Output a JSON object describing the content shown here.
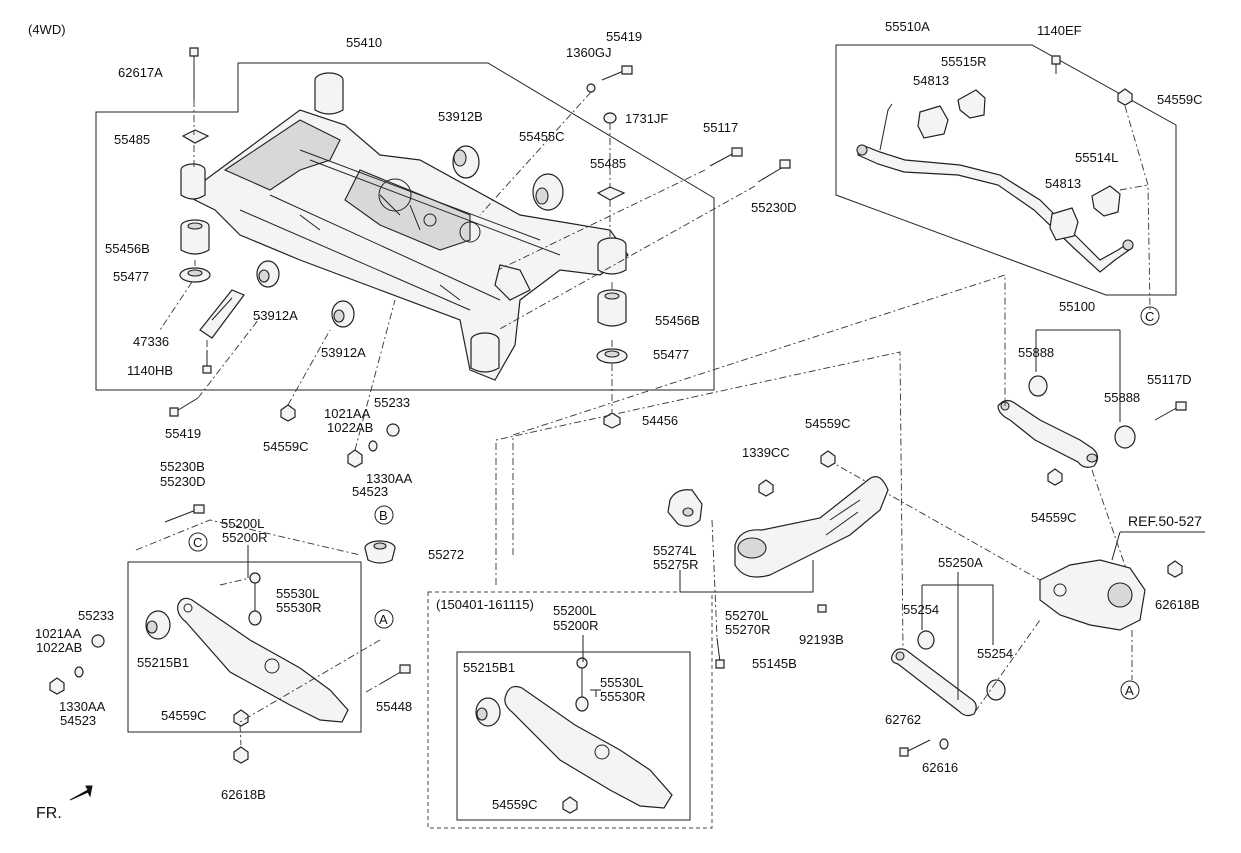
{
  "header": {
    "variant": "(4WD)"
  },
  "footer": {
    "direction": "FR."
  },
  "callouts": [
    {
      "id": "c_62617A",
      "label": "62617A",
      "name": "label-62617a"
    },
    {
      "id": "c_55410",
      "label": "55410",
      "name": "label-55410"
    },
    {
      "id": "c_55419_top",
      "label": "55419",
      "name": "label-55419-top"
    },
    {
      "id": "c_1360GJ",
      "label": "1360GJ",
      "name": "label-1360gj"
    },
    {
      "id": "c_1731JF",
      "label": "1731JF",
      "name": "label-1731jf"
    },
    {
      "id": "c_55485_left",
      "label": "55485",
      "name": "label-55485-left"
    },
    {
      "id": "c_53912B",
      "label": "53912B",
      "name": "label-53912b"
    },
    {
      "id": "c_55455C",
      "label": "55455C",
      "name": "label-55455c"
    },
    {
      "id": "c_55117",
      "label": "55117",
      "name": "label-55117"
    },
    {
      "id": "c_55485_right",
      "label": "55485",
      "name": "label-55485-right"
    },
    {
      "id": "c_55230D_top",
      "label": "55230D",
      "name": "label-55230d-top"
    },
    {
      "id": "c_55456B_left",
      "label": "55456B",
      "name": "label-55456b-left"
    },
    {
      "id": "c_55477_left",
      "label": "55477",
      "name": "label-55477-left"
    },
    {
      "id": "c_53912A_1",
      "label": "53912A",
      "name": "label-53912a-1"
    },
    {
      "id": "c_47336",
      "label": "47336",
      "name": "label-47336"
    },
    {
      "id": "c_53912A_2",
      "label": "53912A",
      "name": "label-53912a-2"
    },
    {
      "id": "c_1140HB",
      "label": "1140HB",
      "name": "label-1140hb"
    },
    {
      "id": "c_55456B_right",
      "label": "55456B",
      "name": "label-55456b-right"
    },
    {
      "id": "c_55477_right",
      "label": "55477",
      "name": "label-55477-right"
    },
    {
      "id": "c_54456",
      "label": "54456",
      "name": "label-54456"
    },
    {
      "id": "c_55419_bot",
      "label": "55419",
      "name": "label-55419-bottom"
    },
    {
      "id": "c_54559C_mid",
      "label": "54559C",
      "name": "label-54559c-mid"
    },
    {
      "id": "c_1021AA_mid",
      "label": "1021AA",
      "name": "label-1021aa-mid"
    },
    {
      "id": "c_1022AB_mid",
      "label": "1022AB",
      "name": "label-1022ab-mid"
    },
    {
      "id": "c_55233_mid",
      "label": "55233",
      "name": "label-55233-mid"
    },
    {
      "id": "c_1330AA_mid",
      "label": "1330AA",
      "name": "label-1330aa-mid"
    },
    {
      "id": "c_54523_mid",
      "label": "54523",
      "name": "label-54523-mid"
    },
    {
      "id": "c_55510A",
      "label": "55510A",
      "name": "label-55510a"
    },
    {
      "id": "c_1140EF",
      "label": "1140EF",
      "name": "label-1140ef"
    },
    {
      "id": "c_55515R",
      "label": "55515R",
      "name": "label-55515r"
    },
    {
      "id": "c_54813_top",
      "label": "54813",
      "name": "label-54813-top"
    },
    {
      "id": "c_54559C_tr",
      "label": "54559C",
      "name": "label-54559c-top-right"
    },
    {
      "id": "c_55514L",
      "label": "55514L",
      "name": "label-55514l"
    },
    {
      "id": "c_54813_bot",
      "label": "54813",
      "name": "label-54813-bottom"
    },
    {
      "id": "c_55100",
      "label": "55100",
      "name": "label-55100"
    },
    {
      "id": "c_55888_a",
      "label": "55888",
      "name": "label-55888-a"
    },
    {
      "id": "c_55888_b",
      "label": "55888",
      "name": "label-55888-b"
    },
    {
      "id": "c_55117D",
      "label": "55117D",
      "name": "label-55117d"
    },
    {
      "id": "c_54559C_r",
      "label": "54559C",
      "name": "label-54559c-right"
    },
    {
      "id": "c_54559C_c",
      "label": "54559C",
      "name": "label-54559c-center"
    },
    {
      "id": "c_1339CC",
      "label": "1339CC",
      "name": "label-1339cc"
    },
    {
      "id": "c_55274L",
      "label": "55274L",
      "name": "label-55274l"
    },
    {
      "id": "c_55275R",
      "label": "55275R",
      "name": "label-55275r"
    },
    {
      "id": "c_55270L",
      "label": "55270L",
      "name": "label-55270l"
    },
    {
      "id": "c_55270R",
      "label": "55270R",
      "name": "label-55270r"
    },
    {
      "id": "c_92193B",
      "label": "92193B",
      "name": "label-92193b"
    },
    {
      "id": "c_55145B",
      "label": "55145B",
      "name": "label-55145b"
    },
    {
      "id": "c_REF",
      "label": "REF.50-527",
      "name": "label-ref-50-527"
    },
    {
      "id": "c_62618B_r",
      "label": "62618B",
      "name": "label-62618b-right"
    },
    {
      "id": "c_55250A",
      "label": "55250A",
      "name": "label-55250a"
    },
    {
      "id": "c_55254_a",
      "label": "55254",
      "name": "label-55254-a"
    },
    {
      "id": "c_55254_b",
      "label": "55254",
      "name": "label-55254-b"
    },
    {
      "id": "c_62762",
      "label": "62762",
      "name": "label-62762"
    },
    {
      "id": "c_62616",
      "label": "62616",
      "name": "label-62616"
    },
    {
      "id": "c_55230B",
      "label": "55230B",
      "name": "label-55230b"
    },
    {
      "id": "c_55230D_b",
      "label": "55230D",
      "name": "label-55230d-bottom"
    },
    {
      "id": "c_55200L_a",
      "label": "55200L",
      "name": "label-55200l-a"
    },
    {
      "id": "c_55200R_a",
      "label": "55200R",
      "name": "label-55200r-a"
    },
    {
      "id": "c_55272",
      "label": "55272",
      "name": "label-55272"
    },
    {
      "id": "c_55530L_a",
      "label": "55530L",
      "name": "label-55530l-a"
    },
    {
      "id": "c_55530R_a",
      "label": "55530R",
      "name": "label-55530r-a"
    },
    {
      "id": "c_55233_l",
      "label": "55233",
      "name": "label-55233-left"
    },
    {
      "id": "c_1021AA_l",
      "label": "1021AA",
      "name": "label-1021aa-left"
    },
    {
      "id": "c_1022AB_l",
      "label": "1022AB",
      "name": "label-1022ab-left"
    },
    {
      "id": "c_55215B1_a",
      "label": "55215B1",
      "name": "label-55215b1-a"
    },
    {
      "id": "c_1330AA_l",
      "label": "1330AA",
      "name": "label-1330aa-left"
    },
    {
      "id": "c_54523_l",
      "label": "54523",
      "name": "label-54523-left"
    },
    {
      "id": "c_54559C_l",
      "label": "54559C",
      "name": "label-54559c-left"
    },
    {
      "id": "c_55448",
      "label": "55448",
      "name": "label-55448"
    },
    {
      "id": "c_62618B_b",
      "label": "62618B",
      "name": "label-62618b-bottom"
    },
    {
      "id": "c_150401",
      "label": "(150401-161115)",
      "name": "label-date-range"
    },
    {
      "id": "c_55200L_b",
      "label": "55200L",
      "name": "label-55200l-b"
    },
    {
      "id": "c_55200R_b",
      "label": "55200R",
      "name": "label-55200r-b"
    },
    {
      "id": "c_55215B1_b",
      "label": "55215B1",
      "name": "label-55215b1-b"
    },
    {
      "id": "c_55530L_b",
      "label": "55530L",
      "name": "label-55530l-b"
    },
    {
      "id": "c_55530R_b",
      "label": "55530R",
      "name": "label-55530r-b"
    },
    {
      "id": "c_54559C_b",
      "label": "54559C",
      "name": "label-54559c-bottom"
    }
  ],
  "reference_markers": [
    {
      "id": "m_B",
      "letter": "B",
      "name": "marker-b"
    },
    {
      "id": "m_C1",
      "letter": "C",
      "name": "marker-c-left"
    },
    {
      "id": "m_A1",
      "letter": "A",
      "name": "marker-a-left"
    },
    {
      "id": "m_C2",
      "letter": "C",
      "name": "marker-c-right"
    },
    {
      "id": "m_A2",
      "letter": "A",
      "name": "marker-a-right"
    }
  ]
}
